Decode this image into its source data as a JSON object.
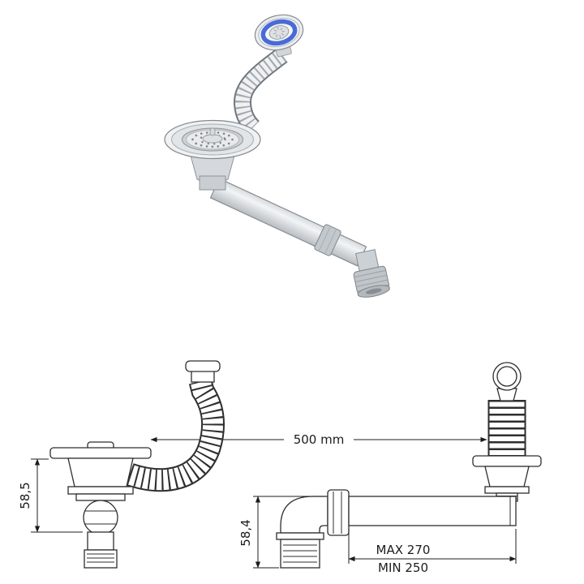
{
  "figure": {
    "accent_color": "#4a6bd6"
  },
  "labels": {
    "hose_length": "500 mm",
    "strainer_height": "58,5",
    "elbow_height": "58,4",
    "pipe_max": "MAX 270",
    "pipe_min": "MIN 250"
  }
}
